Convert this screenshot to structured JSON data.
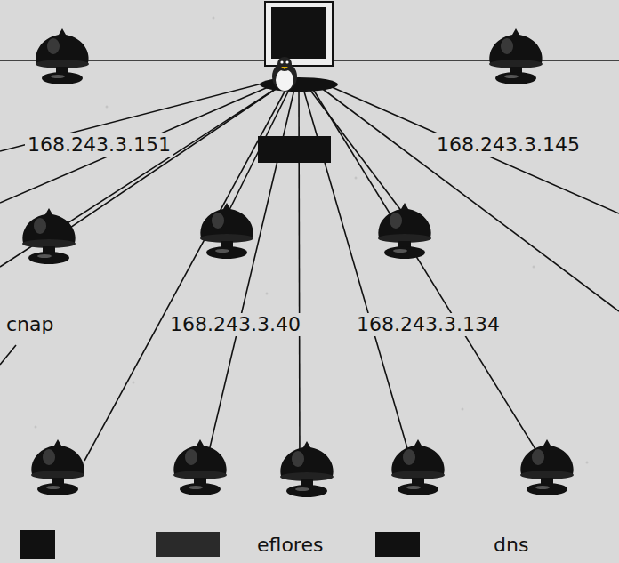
{
  "diagram": {
    "labels": [
      "168.243.3.151",
      "168.243.3.145",
      "cnap",
      "168.243.3.40",
      "168.243.3.134",
      "eflores",
      "dns"
    ]
  }
}
